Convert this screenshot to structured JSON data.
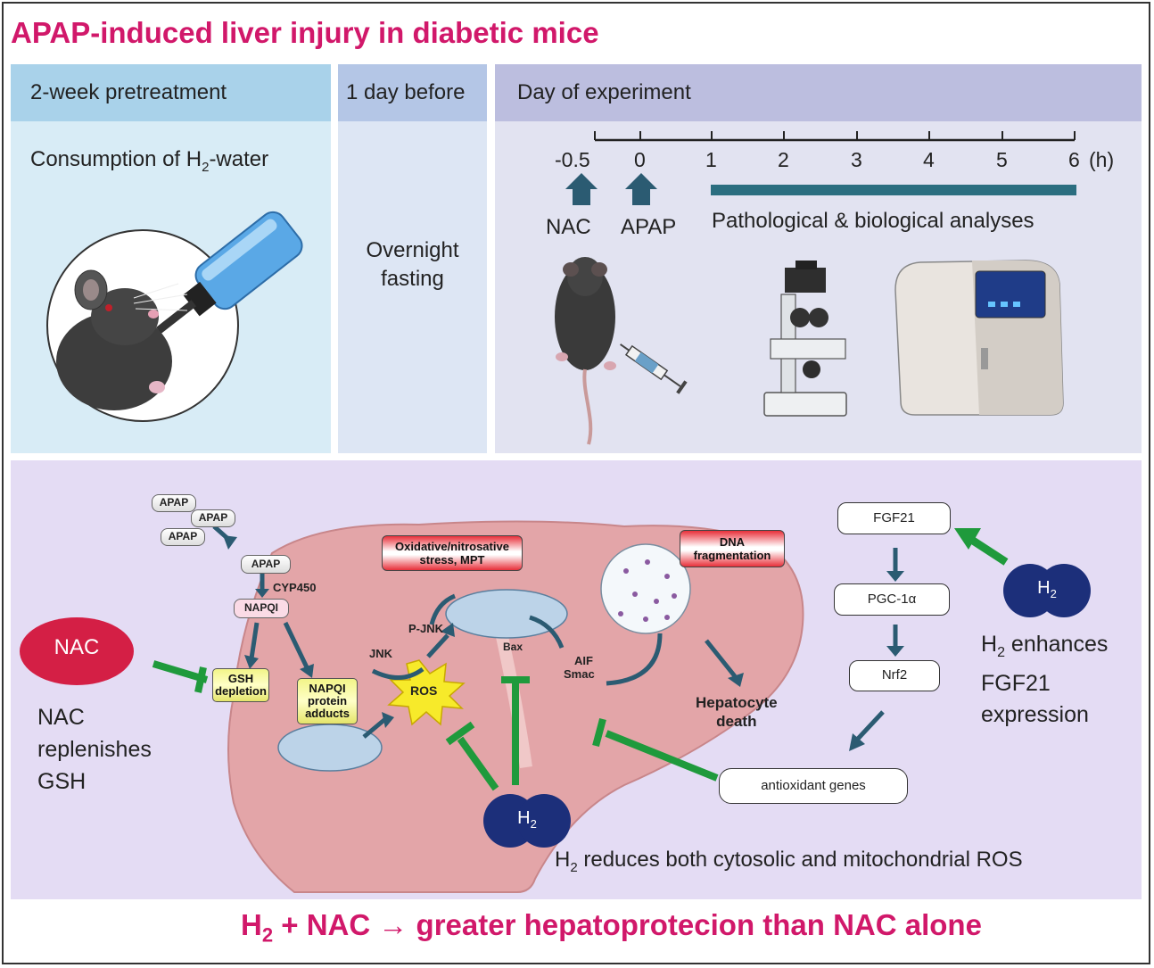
{
  "title": "APAP-induced liver injury in diabetic mice",
  "panels": {
    "pretreatment": {
      "header": "2-week pretreatment",
      "caption_pre": "Consumption of H",
      "caption_sub": "2",
      "caption_post": "-water"
    },
    "day_before": {
      "header": "1 day before",
      "caption_line1": "Overnight",
      "caption_line2": "fasting"
    },
    "experiment": {
      "header": "Day of experiment",
      "ticks": [
        "-0.5",
        "0",
        "1",
        "2",
        "3",
        "4",
        "5",
        "6"
      ],
      "unit": "(h)",
      "nac_label": "NAC",
      "apap_label": "APAP",
      "analysis_label": "Pathological & biological analyses"
    }
  },
  "mechanism": {
    "apap_pills": [
      "APAP",
      "APAP",
      "APAP"
    ],
    "apap_single": "APAP",
    "cyp450": "CYP450",
    "napqi": "NAPQI",
    "gsh_depletion": [
      "GSH",
      "depletion"
    ],
    "napqi_adducts": [
      "NAPQI",
      "protein",
      "adducts"
    ],
    "oxidative_stress": [
      "Oxidative/nitrosative",
      "stress, MPT"
    ],
    "dna_fragmentation": [
      "DNA",
      "fragmentation"
    ],
    "jnk": "JNK",
    "p_jnk": "P-JNK",
    "ros": "ROS",
    "bax": "Bax",
    "aif_smac": [
      "AIF",
      "Smac"
    ],
    "hepatocyte_death": [
      "Hepatocyte",
      "death"
    ],
    "nac_oval": "NAC",
    "nac_caption": [
      "NAC",
      "replenishes",
      "GSH"
    ],
    "fgf21": "FGF21",
    "pgc1a": "PGC-1α",
    "nrf2": "Nrf2",
    "antioxidant_genes": "antioxidant genes",
    "h2_symbol": "H",
    "h2_sub": "2",
    "h2_enhances": [
      "enhances",
      "FGF21",
      "expression"
    ],
    "h2_reduces": "reduces both cytosolic and mitochondrial ROS"
  },
  "footer": {
    "pre": "H",
    "sub": "2",
    "post": " + NAC → greater hepatoprotecion than NAC alone"
  },
  "colors": {
    "title": "#d1186a",
    "arrow_blue": "#2b5b72",
    "inhibit_green": "#1f9a3c",
    "h2_navy": "#1c2f7a",
    "nac_red": "#d41f45",
    "mechanism_bg": "#e4dcf4"
  }
}
